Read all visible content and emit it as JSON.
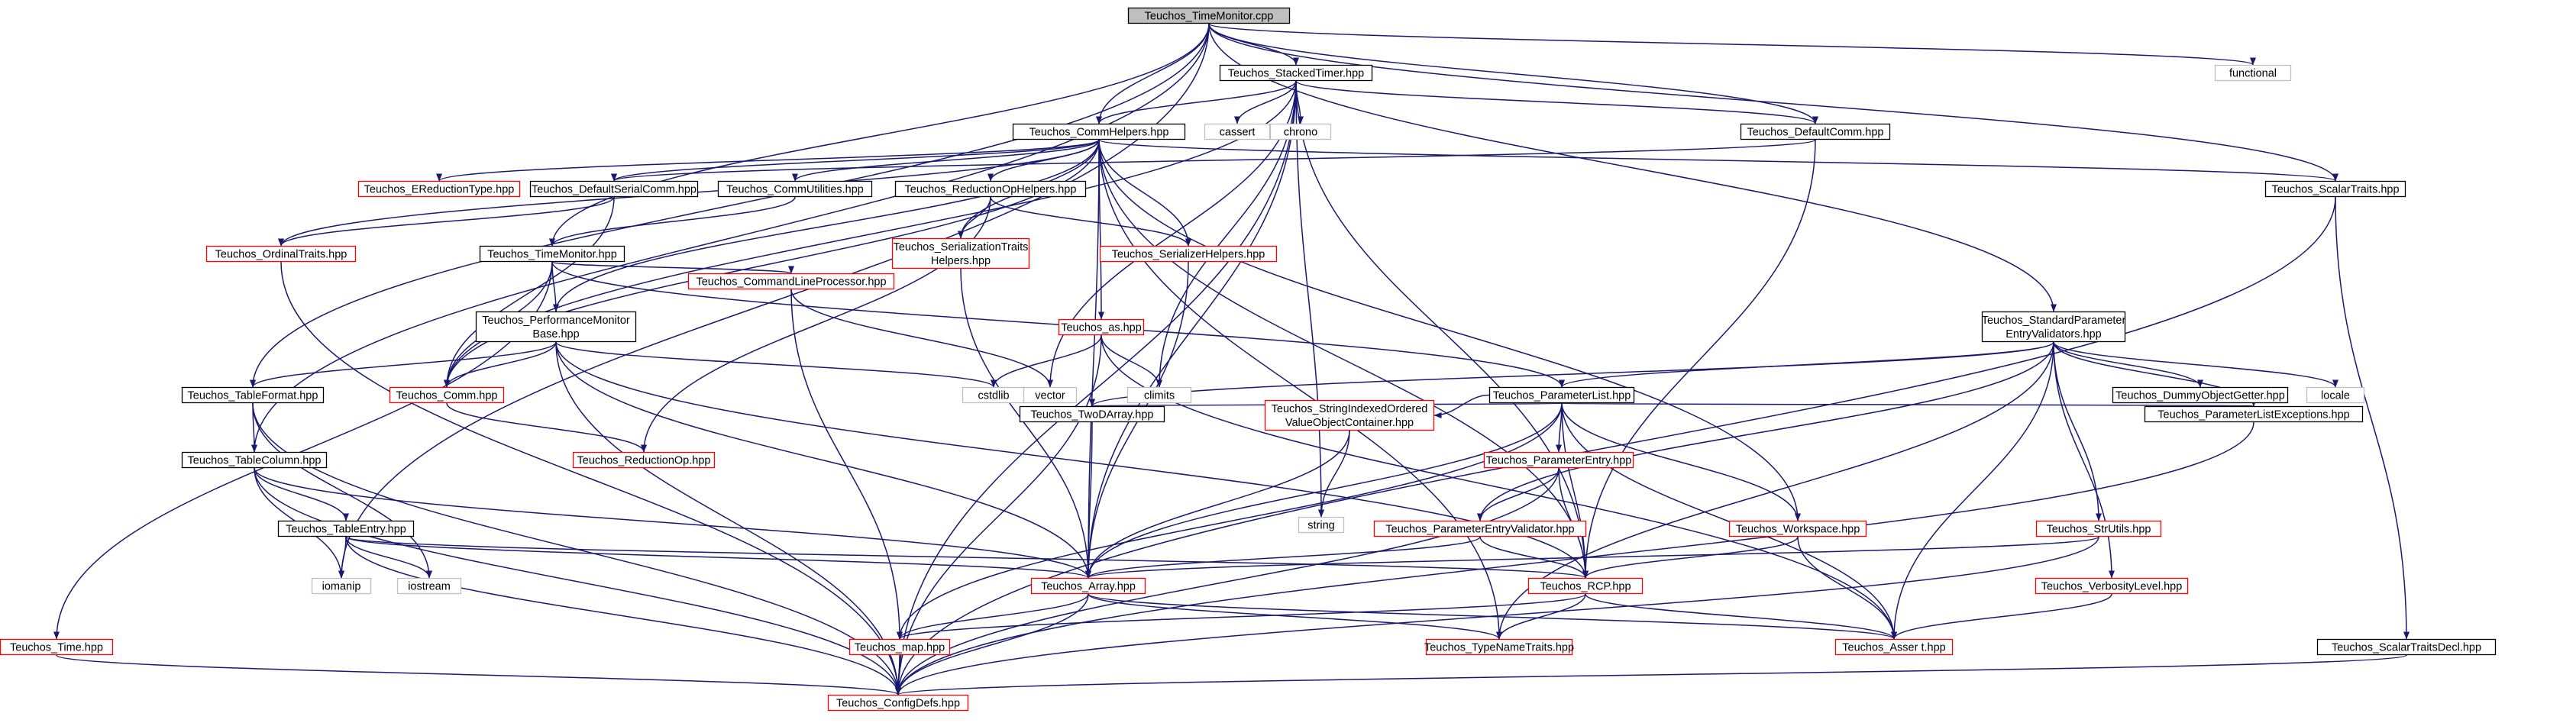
{
  "graph": {
    "nodes": [
      {
        "id": "timemon_cpp",
        "lines": [
          "Teuchos_TimeMonitor.cpp"
        ],
        "style": "root"
      },
      {
        "id": "stacked",
        "lines": [
          "Teuchos_StackedTimer.hpp"
        ],
        "style": "normal"
      },
      {
        "id": "functional",
        "lines": [
          "functional"
        ],
        "style": "external"
      },
      {
        "id": "commhelpers",
        "lines": [
          "Teuchos_CommHelpers.hpp"
        ],
        "style": "normal"
      },
      {
        "id": "cassert",
        "lines": [
          "cassert"
        ],
        "style": "external"
      },
      {
        "id": "chrono",
        "lines": [
          "chrono"
        ],
        "style": "external"
      },
      {
        "id": "defaultcomm",
        "lines": [
          "Teuchos_DefaultComm.hpp"
        ],
        "style": "normal"
      },
      {
        "id": "ereduction",
        "lines": [
          "Teuchos_EReductionType.hpp"
        ],
        "style": "red"
      },
      {
        "id": "defaultserial",
        "lines": [
          "Teuchos_DefaultSerialComm.hpp"
        ],
        "style": "normal"
      },
      {
        "id": "commutil",
        "lines": [
          "Teuchos_CommUtilities.hpp"
        ],
        "style": "normal"
      },
      {
        "id": "reductionophelp",
        "lines": [
          "Teuchos_ReductionOpHelpers.hpp"
        ],
        "style": "normal"
      },
      {
        "id": "scalartraits",
        "lines": [
          "Teuchos_ScalarTraits.hpp"
        ],
        "style": "normal"
      },
      {
        "id": "ordinaltraits",
        "lines": [
          "Teuchos_OrdinalTraits.hpp"
        ],
        "style": "red"
      },
      {
        "id": "timemonitor",
        "lines": [
          "Teuchos_TimeMonitor.hpp"
        ],
        "style": "normal"
      },
      {
        "id": "serialtraits",
        "lines": [
          "Teuchos_SerializationTraits",
          "Helpers.hpp"
        ],
        "style": "red"
      },
      {
        "id": "serializerhelp",
        "lines": [
          "Teuchos_SerializerHelpers.hpp"
        ],
        "style": "red"
      },
      {
        "id": "perfmon",
        "lines": [
          "Teuchos_PerformanceMonitor",
          "Base.hpp"
        ],
        "style": "normal"
      },
      {
        "id": "cmdline",
        "lines": [
          "Teuchos_CommandLineProcessor.hpp"
        ],
        "style": "red"
      },
      {
        "id": "as",
        "lines": [
          "Teuchos_as.hpp"
        ],
        "style": "red"
      },
      {
        "id": "stdparam",
        "lines": [
          "Teuchos_StandardParameter",
          "EntryValidators.hpp"
        ],
        "style": "normal"
      },
      {
        "id": "tableformat",
        "lines": [
          "Teuchos_TableFormat.hpp"
        ],
        "style": "normal"
      },
      {
        "id": "comm",
        "lines": [
          "Teuchos_Comm.hpp"
        ],
        "style": "red"
      },
      {
        "id": "cstdlib",
        "lines": [
          "cstdlib"
        ],
        "style": "external"
      },
      {
        "id": "vector",
        "lines": [
          "vector"
        ],
        "style": "external"
      },
      {
        "id": "climits",
        "lines": [
          "climits"
        ],
        "style": "external"
      },
      {
        "id": "paramlist",
        "lines": [
          "Teuchos_ParameterList.hpp"
        ],
        "style": "normal"
      },
      {
        "id": "dummyobj",
        "lines": [
          "Teuchos_DummyObjectGetter.hpp"
        ],
        "style": "normal"
      },
      {
        "id": "locale",
        "lines": [
          "locale"
        ],
        "style": "external"
      },
      {
        "id": "tablecolumn",
        "lines": [
          "Teuchos_TableColumn.hpp"
        ],
        "style": "normal"
      },
      {
        "id": "reductionop",
        "lines": [
          "Teuchos_ReductionOp.hpp"
        ],
        "style": "red"
      },
      {
        "id": "twodarray",
        "lines": [
          "Teuchos_TwoDArray.hpp"
        ],
        "style": "normal"
      },
      {
        "id": "stringindexed",
        "lines": [
          "Teuchos_StringIndexedOrdered",
          "ValueObjectContainer.hpp"
        ],
        "style": "red"
      },
      {
        "id": "paramentry",
        "lines": [
          "Teuchos_ParameterEntry.hpp"
        ],
        "style": "red"
      },
      {
        "id": "paramlistexc",
        "lines": [
          "Teuchos_ParameterListExceptions.hpp"
        ],
        "style": "normal"
      },
      {
        "id": "tableentry",
        "lines": [
          "Teuchos_TableEntry.hpp"
        ],
        "style": "normal"
      },
      {
        "id": "string",
        "lines": [
          "string"
        ],
        "style": "external"
      },
      {
        "id": "paramentryval",
        "lines": [
          "Teuchos_ParameterEntryValidator.hpp"
        ],
        "style": "red"
      },
      {
        "id": "workspace",
        "lines": [
          "Teuchos_Workspace.hpp"
        ],
        "style": "red"
      },
      {
        "id": "strutils",
        "lines": [
          "Teuchos_StrUtils.hpp"
        ],
        "style": "red"
      },
      {
        "id": "iomanip",
        "lines": [
          "iomanip"
        ],
        "style": "external"
      },
      {
        "id": "iostream",
        "lines": [
          "iostream"
        ],
        "style": "external"
      },
      {
        "id": "array",
        "lines": [
          "Teuchos_Array.hpp"
        ],
        "style": "red"
      },
      {
        "id": "rcp",
        "lines": [
          "Teuchos_RCP.hpp"
        ],
        "style": "red"
      },
      {
        "id": "verbosity",
        "lines": [
          "Teuchos_VerbosityLevel.hpp"
        ],
        "style": "red"
      },
      {
        "id": "time",
        "lines": [
          "Teuchos_Time.hpp"
        ],
        "style": "red"
      },
      {
        "id": "map",
        "lines": [
          "Teuchos_map.hpp"
        ],
        "style": "red"
      },
      {
        "id": "typename",
        "lines": [
          "Teuchos_TypeNameTraits.hpp"
        ],
        "style": "red"
      },
      {
        "id": "assert",
        "lines": [
          "Teuchos_Asser t.hpp"
        ],
        "style": "red"
      },
      {
        "id": "scalartraitsdecl",
        "lines": [
          "Teuchos_ScalarTraitsDecl.hpp"
        ],
        "style": "normal"
      },
      {
        "id": "configdefs",
        "lines": [
          "Teuchos_ConfigDefs.hpp"
        ],
        "style": "red"
      }
    ],
    "edges": [
      [
        "timemon_cpp",
        "stacked"
      ],
      [
        "timemon_cpp",
        "functional"
      ],
      [
        "timemon_cpp",
        "commhelpers"
      ],
      [
        "timemon_cpp",
        "defaultcomm"
      ],
      [
        "timemon_cpp",
        "scalartraits"
      ],
      [
        "timemon_cpp",
        "timemonitor"
      ],
      [
        "timemon_cpp",
        "stdparam"
      ],
      [
        "timemon_cpp",
        "tableformat"
      ],
      [
        "timemon_cpp",
        "tablecolumn"
      ],
      [
        "timemon_cpp",
        "iomanip"
      ],
      [
        "stacked",
        "commhelpers"
      ],
      [
        "stacked",
        "cassert"
      ],
      [
        "stacked",
        "chrono"
      ],
      [
        "stacked",
        "defaultcomm"
      ],
      [
        "stacked",
        "comm"
      ],
      [
        "stacked",
        "vector"
      ],
      [
        "stacked",
        "climits"
      ],
      [
        "stacked",
        "string"
      ],
      [
        "stacked",
        "rcp"
      ],
      [
        "stacked",
        "array"
      ],
      [
        "stacked",
        "configdefs"
      ],
      [
        "commhelpers",
        "ereduction"
      ],
      [
        "commhelpers",
        "defaultserial"
      ],
      [
        "commhelpers",
        "commutil"
      ],
      [
        "commhelpers",
        "reductionophelp"
      ],
      [
        "commhelpers",
        "scalartraits"
      ],
      [
        "commhelpers",
        "ordinaltraits"
      ],
      [
        "commhelpers",
        "serialtraits"
      ],
      [
        "commhelpers",
        "serializerhelp"
      ],
      [
        "commhelpers",
        "as"
      ],
      [
        "commhelpers",
        "comm"
      ],
      [
        "commhelpers",
        "workspace"
      ],
      [
        "commhelpers",
        "rcp"
      ],
      [
        "commhelpers",
        "array"
      ],
      [
        "commhelpers",
        "typename"
      ],
      [
        "commhelpers",
        "perfmon"
      ],
      [
        "defaultcomm",
        "defaultserial"
      ],
      [
        "defaultcomm",
        "rcp"
      ],
      [
        "defaultserial",
        "comm"
      ],
      [
        "defaultserial",
        "ordinaltraits"
      ],
      [
        "commutil",
        "timemonitor"
      ],
      [
        "reductionophelp",
        "serialtraits"
      ],
      [
        "reductionophelp",
        "serializerhelp"
      ],
      [
        "reductionophelp",
        "reductionop"
      ],
      [
        "scalartraits",
        "configdefs"
      ],
      [
        "scalartraits",
        "scalartraitsdecl"
      ],
      [
        "ordinaltraits",
        "configdefs"
      ],
      [
        "timemonitor",
        "perfmon"
      ],
      [
        "timemonitor",
        "cmdline"
      ],
      [
        "timemonitor",
        "comm"
      ],
      [
        "timemonitor",
        "time"
      ],
      [
        "timemonitor",
        "paramlist"
      ],
      [
        "serialtraits",
        "array"
      ],
      [
        "serializerhelp",
        "array"
      ],
      [
        "perfmon",
        "tableformat"
      ],
      [
        "perfmon",
        "comm"
      ],
      [
        "perfmon",
        "cstdlib"
      ],
      [
        "perfmon",
        "array"
      ],
      [
        "perfmon",
        "rcp"
      ],
      [
        "perfmon",
        "configdefs"
      ],
      [
        "cmdline",
        "vector"
      ],
      [
        "cmdline",
        "map"
      ],
      [
        "as",
        "cstdlib"
      ],
      [
        "as",
        "climits"
      ],
      [
        "as",
        "assert"
      ],
      [
        "as",
        "configdefs"
      ],
      [
        "stdparam",
        "paramlist"
      ],
      [
        "stdparam",
        "dummyobj"
      ],
      [
        "stdparam",
        "locale"
      ],
      [
        "stdparam",
        "paramlistexc"
      ],
      [
        "stdparam",
        "strutils"
      ],
      [
        "stdparam",
        "verbosity"
      ],
      [
        "stdparam",
        "assert"
      ],
      [
        "stdparam",
        "typename"
      ],
      [
        "stdparam",
        "paramentryval"
      ],
      [
        "stdparam",
        "twodarray"
      ],
      [
        "tableformat",
        "tablecolumn"
      ],
      [
        "tableformat",
        "iostream"
      ],
      [
        "tableformat",
        "configdefs"
      ],
      [
        "comm",
        "reductionop"
      ],
      [
        "paramlist",
        "twodarray"
      ],
      [
        "paramlist",
        "stringindexed"
      ],
      [
        "paramlist",
        "paramentry"
      ],
      [
        "paramlist",
        "paramlistexc"
      ],
      [
        "paramlist",
        "rcp"
      ],
      [
        "paramlist",
        "assert"
      ],
      [
        "paramlist",
        "workspace"
      ],
      [
        "paramlist",
        "array"
      ],
      [
        "paramlist",
        "map"
      ],
      [
        "tablecolumn",
        "tableentry"
      ],
      [
        "tablecolumn",
        "iomanip"
      ],
      [
        "tablecolumn",
        "array"
      ],
      [
        "tablecolumn",
        "configdefs"
      ],
      [
        "twodarray",
        "array"
      ],
      [
        "stringindexed",
        "string"
      ],
      [
        "stringindexed",
        "array"
      ],
      [
        "paramentry",
        "paramentryval"
      ],
      [
        "paramentry",
        "rcp"
      ],
      [
        "paramentry",
        "configdefs"
      ],
      [
        "paramlistexc",
        "configdefs"
      ],
      [
        "tableentry",
        "iomanip"
      ],
      [
        "tableentry",
        "iostream"
      ],
      [
        "tableentry",
        "rcp"
      ],
      [
        "tableentry",
        "array"
      ],
      [
        "tableentry",
        "configdefs"
      ],
      [
        "paramentryval",
        "rcp"
      ],
      [
        "paramentryval",
        "array"
      ],
      [
        "workspace",
        "rcp"
      ],
      [
        "workspace",
        "assert"
      ],
      [
        "strutils",
        "array"
      ],
      [
        "strutils",
        "configdefs"
      ],
      [
        "array",
        "configdefs"
      ],
      [
        "array",
        "map"
      ],
      [
        "array",
        "typename"
      ],
      [
        "array",
        "assert"
      ],
      [
        "rcp",
        "map"
      ],
      [
        "rcp",
        "typename"
      ],
      [
        "rcp",
        "assert"
      ],
      [
        "verbosity",
        "assert"
      ],
      [
        "time",
        "configdefs"
      ],
      [
        "map",
        "configdefs"
      ],
      [
        "scalartraitsdecl",
        "configdefs"
      ]
    ]
  },
  "colors": {
    "edge": "#191970",
    "root_fill": "#bfbfbf",
    "normal_border": "#000000",
    "red_border": "#ff0000",
    "external_border": "#bfbfbf",
    "text": "#000000"
  }
}
